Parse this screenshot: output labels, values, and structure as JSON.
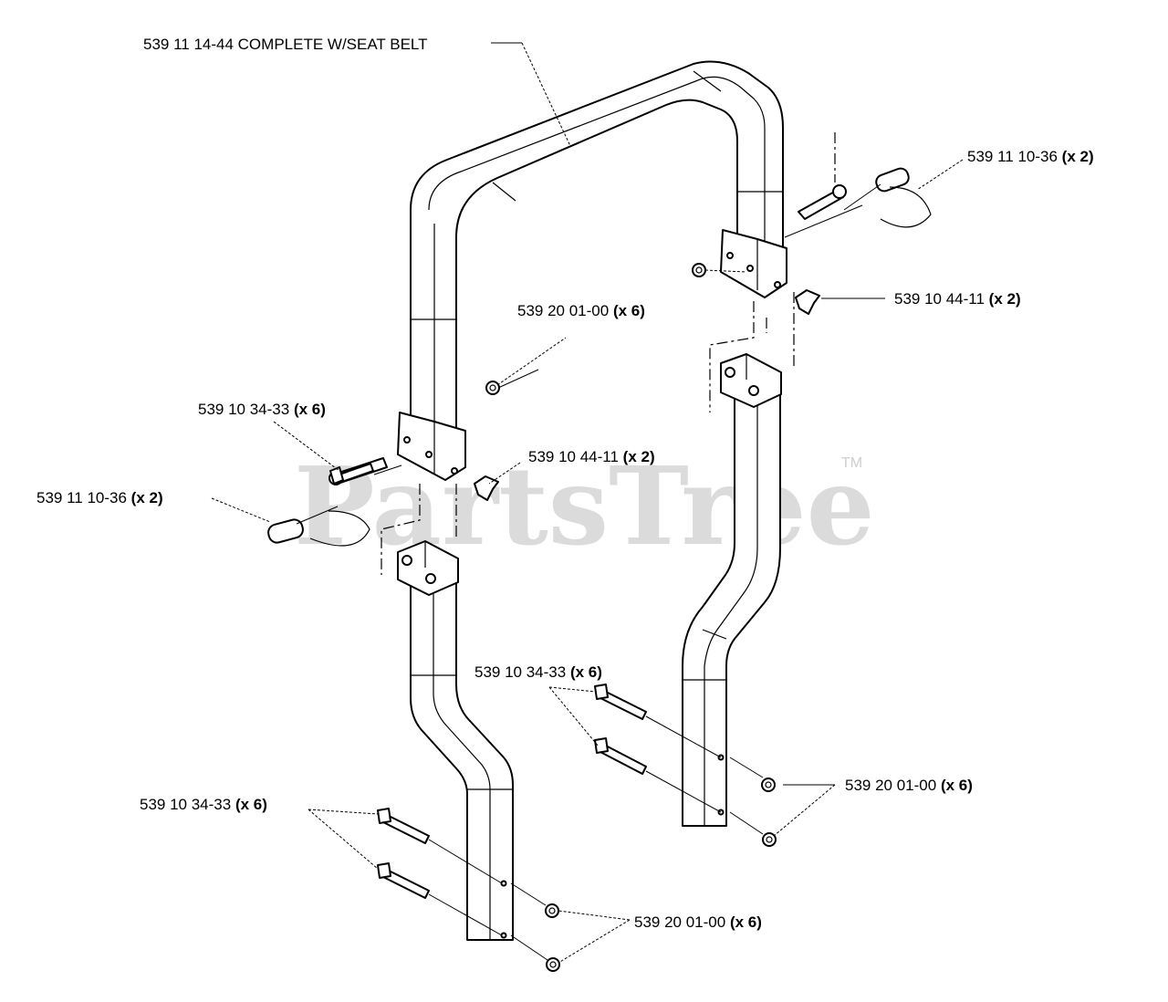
{
  "watermark": {
    "text": "PartsTree",
    "trademark": "TM"
  },
  "callouts": [
    {
      "id": "roll-bar-complete",
      "part": "539 11 14-44 COMPLETE W/SEAT BELT",
      "qty": ""
    },
    {
      "id": "hitch-pin-right",
      "part": "539 11 10-36",
      "qty": "(x 2)"
    },
    {
      "id": "knob-right",
      "part": "539 10 44-11",
      "qty": "(x 2)"
    },
    {
      "id": "nut-upper",
      "part": "539 20 01-00",
      "qty": "(x 6)"
    },
    {
      "id": "bolt-upper-left",
      "part": "539 10 34-33",
      "qty": "(x 6)"
    },
    {
      "id": "knob-left",
      "part": "539 10 44-11",
      "qty": "(x 2)"
    },
    {
      "id": "hitch-pin-left",
      "part": "539 11 10-36",
      "qty": "(x 2)"
    },
    {
      "id": "bolt-lower-right",
      "part": "539 10 34-33",
      "qty": "(x 6)"
    },
    {
      "id": "nut-lower-right",
      "part": "539 20 01-00",
      "qty": "(x 6)"
    },
    {
      "id": "bolt-lower-left",
      "part": "539 10 34-33",
      "qty": "(x 6)"
    },
    {
      "id": "nut-lower-left",
      "part": "539 20 01-00",
      "qty": "(x 6)"
    }
  ]
}
